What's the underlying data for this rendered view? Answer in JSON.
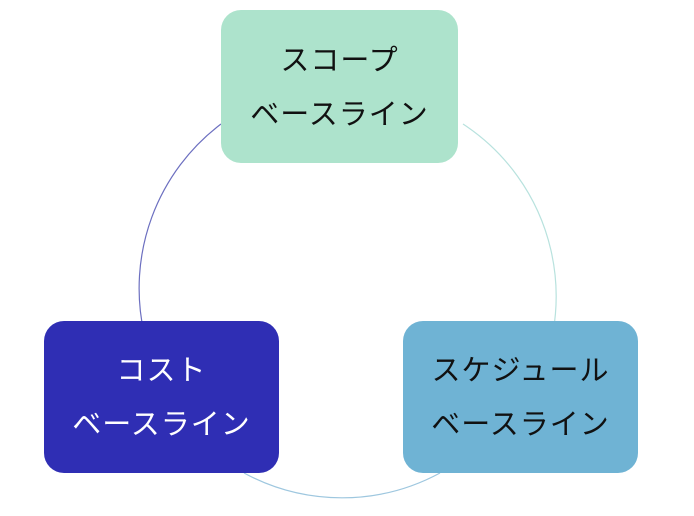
{
  "diagram": {
    "type": "cycle",
    "nodes": {
      "scope": {
        "line1": "スコープ",
        "line2": "ベースライン",
        "color": "#ade3cc"
      },
      "cost": {
        "line1": "コスト",
        "line2": "ベースライン",
        "color": "#2f2eb4"
      },
      "schedule": {
        "line1": "スケジュール",
        "line2": "ベースライン",
        "color": "#6fb3d4"
      }
    },
    "connector_colors": {
      "scope_to_schedule": "#b8e2de",
      "schedule_to_cost": "#9ec7df",
      "cost_to_scope": "#6c6fc0"
    }
  }
}
